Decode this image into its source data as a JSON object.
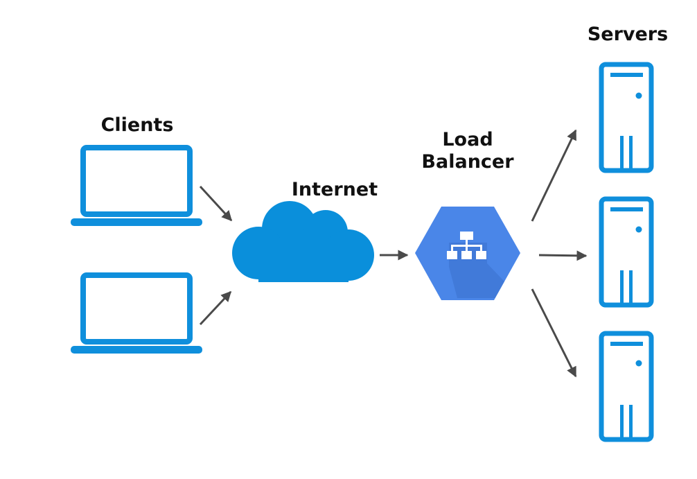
{
  "labels": {
    "clients": "Clients",
    "internet": "Internet",
    "load_balancer_line1": "Load",
    "load_balancer_line2": "Balancer",
    "servers": "Servers"
  },
  "colors": {
    "device_blue": "#0f8fdc",
    "cloud_blue": "#0a8fdb",
    "lb_blue": "#4a86e8",
    "lb_shadow": "#3b71cc",
    "arrow": "#4a4a4a",
    "text": "#111111"
  },
  "icons": [
    "laptop-icon",
    "laptop-icon",
    "cloud-icon",
    "load-balancer-icon",
    "server-icon",
    "server-icon",
    "server-icon"
  ]
}
